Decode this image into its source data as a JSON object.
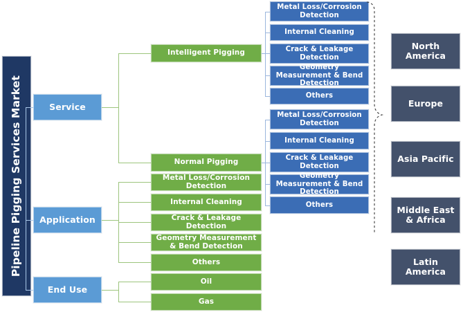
{
  "diagram": {
    "title": "Pipeline Pigging Services Market",
    "title_color": "#1f3864",
    "level1_color": "#5b9bd5",
    "level2_color": "#70ad47",
    "level3_color": "#3b6db5",
    "region_color": "#43516b"
  },
  "segments": [
    {
      "label": "Service"
    },
    {
      "label": "Application"
    },
    {
      "label": "End Use"
    }
  ],
  "service_types": [
    {
      "label": "Intelligent Pigging"
    },
    {
      "label": "Normal Pigging"
    }
  ],
  "application_items": [
    {
      "label": "Metal Loss/Corrosion Detection"
    },
    {
      "label": "Internal Cleaning"
    },
    {
      "label": "Crack & Leakage Detection"
    },
    {
      "label": "Geometry Measurement & Bend Detection"
    },
    {
      "label": "Others"
    }
  ],
  "end_use_items": [
    {
      "label": "Oil"
    },
    {
      "label": "Gas"
    }
  ],
  "intelligent_pigging_items": [
    {
      "label": "Metal Loss/Corrosion Detection"
    },
    {
      "label": "Internal Cleaning"
    },
    {
      "label": "Crack & Leakage Detection"
    },
    {
      "label": "Geometry Measurement & Bend Detection"
    },
    {
      "label": "Others"
    }
  ],
  "normal_pigging_items": [
    {
      "label": "Metal Loss/Corrosion Detection"
    },
    {
      "label": "Internal Cleaning"
    },
    {
      "label": "Crack & Leakage Detection"
    },
    {
      "label": "Geometry Measurement & Bend Detection"
    },
    {
      "label": "Others"
    }
  ],
  "regions": [
    {
      "label": "North America"
    },
    {
      "label": "Europe"
    },
    {
      "label": "Asia Pacific"
    },
    {
      "label": "Middle East & Africa"
    },
    {
      "label": "Latin America"
    }
  ]
}
